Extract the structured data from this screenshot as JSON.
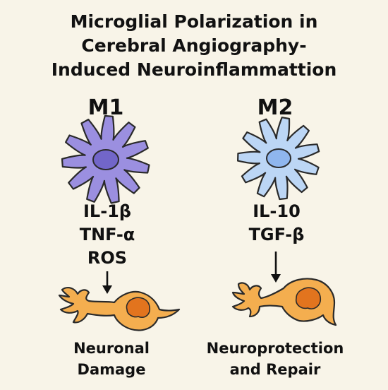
{
  "title": {
    "lines": [
      "Microglial Polarization in",
      "Cerebral Angiography-",
      "Induced Neuroinflammattion"
    ]
  },
  "m1": {
    "label": "M1",
    "cytokines": [
      "IL-1β",
      "TNF-α",
      "ROS"
    ],
    "outcome": [
      "Neuronal",
      "Damage"
    ]
  },
  "m2": {
    "label": "M2",
    "cytokines": [
      "IL-10",
      "TGF-β"
    ],
    "outcome": [
      "Neuroprotection",
      "and Repair"
    ]
  },
  "colors": {
    "background": "#f8f4e8",
    "m1_cell": "#9b8fe0",
    "m1_nucleus": "#7266c9",
    "m2_cell": "#bcd6f5",
    "m2_nucleus": "#8fb6ee",
    "neuron": "#f4ae4f",
    "neuron_nucleus": "#e2741e"
  }
}
